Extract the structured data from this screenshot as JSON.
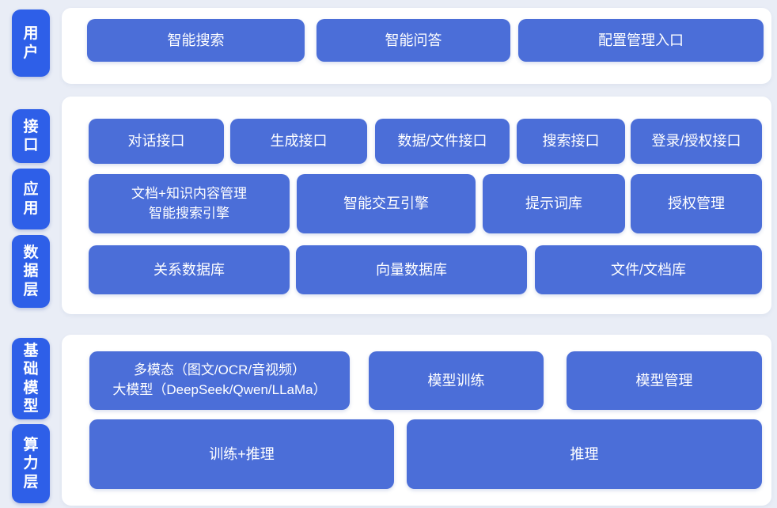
{
  "colors": {
    "background": "#e9edf6",
    "panel": "#ffffff",
    "layer_tab": "#2e5fe8",
    "block": "#4b6ed8",
    "text": "#ffffff"
  },
  "panels": [
    {
      "layers": [
        {
          "label": "用户"
        }
      ],
      "rows": [
        {
          "blocks": [
            {
              "label": "智能搜索"
            },
            {
              "label": "智能问答"
            },
            {
              "label": "配置管理入口"
            }
          ]
        }
      ]
    },
    {
      "layers": [
        {
          "label": "接口"
        },
        {
          "label": "应用"
        },
        {
          "label": "数据层"
        }
      ],
      "rows": [
        {
          "blocks": [
            {
              "label": "对话接口"
            },
            {
              "label": "生成接口"
            },
            {
              "label": "数据/文件接口"
            },
            {
              "label": "搜索接口"
            },
            {
              "label": "登录/授权接口"
            }
          ]
        },
        {
          "blocks": [
            {
              "label": "文档+知识内容管理\n智能搜索引擎"
            },
            {
              "label": "智能交互引擎"
            },
            {
              "label": "提示词库"
            },
            {
              "label": "授权管理"
            }
          ]
        },
        {
          "blocks": [
            {
              "label": "关系数据库"
            },
            {
              "label": "向量数据库"
            },
            {
              "label": "文件/文档库"
            }
          ]
        }
      ]
    },
    {
      "layers": [
        {
          "label": "基础模型"
        },
        {
          "label": "算力层"
        }
      ],
      "rows": [
        {
          "blocks": [
            {
              "label": "多模态（图文/OCR/音视频）\n大模型（DeepSeek/Qwen/LLaMa）"
            },
            {
              "label": "模型训练"
            },
            {
              "label": "模型管理"
            }
          ]
        },
        {
          "blocks": [
            {
              "label": "训练+推理"
            },
            {
              "label": "推理"
            }
          ]
        }
      ]
    }
  ]
}
